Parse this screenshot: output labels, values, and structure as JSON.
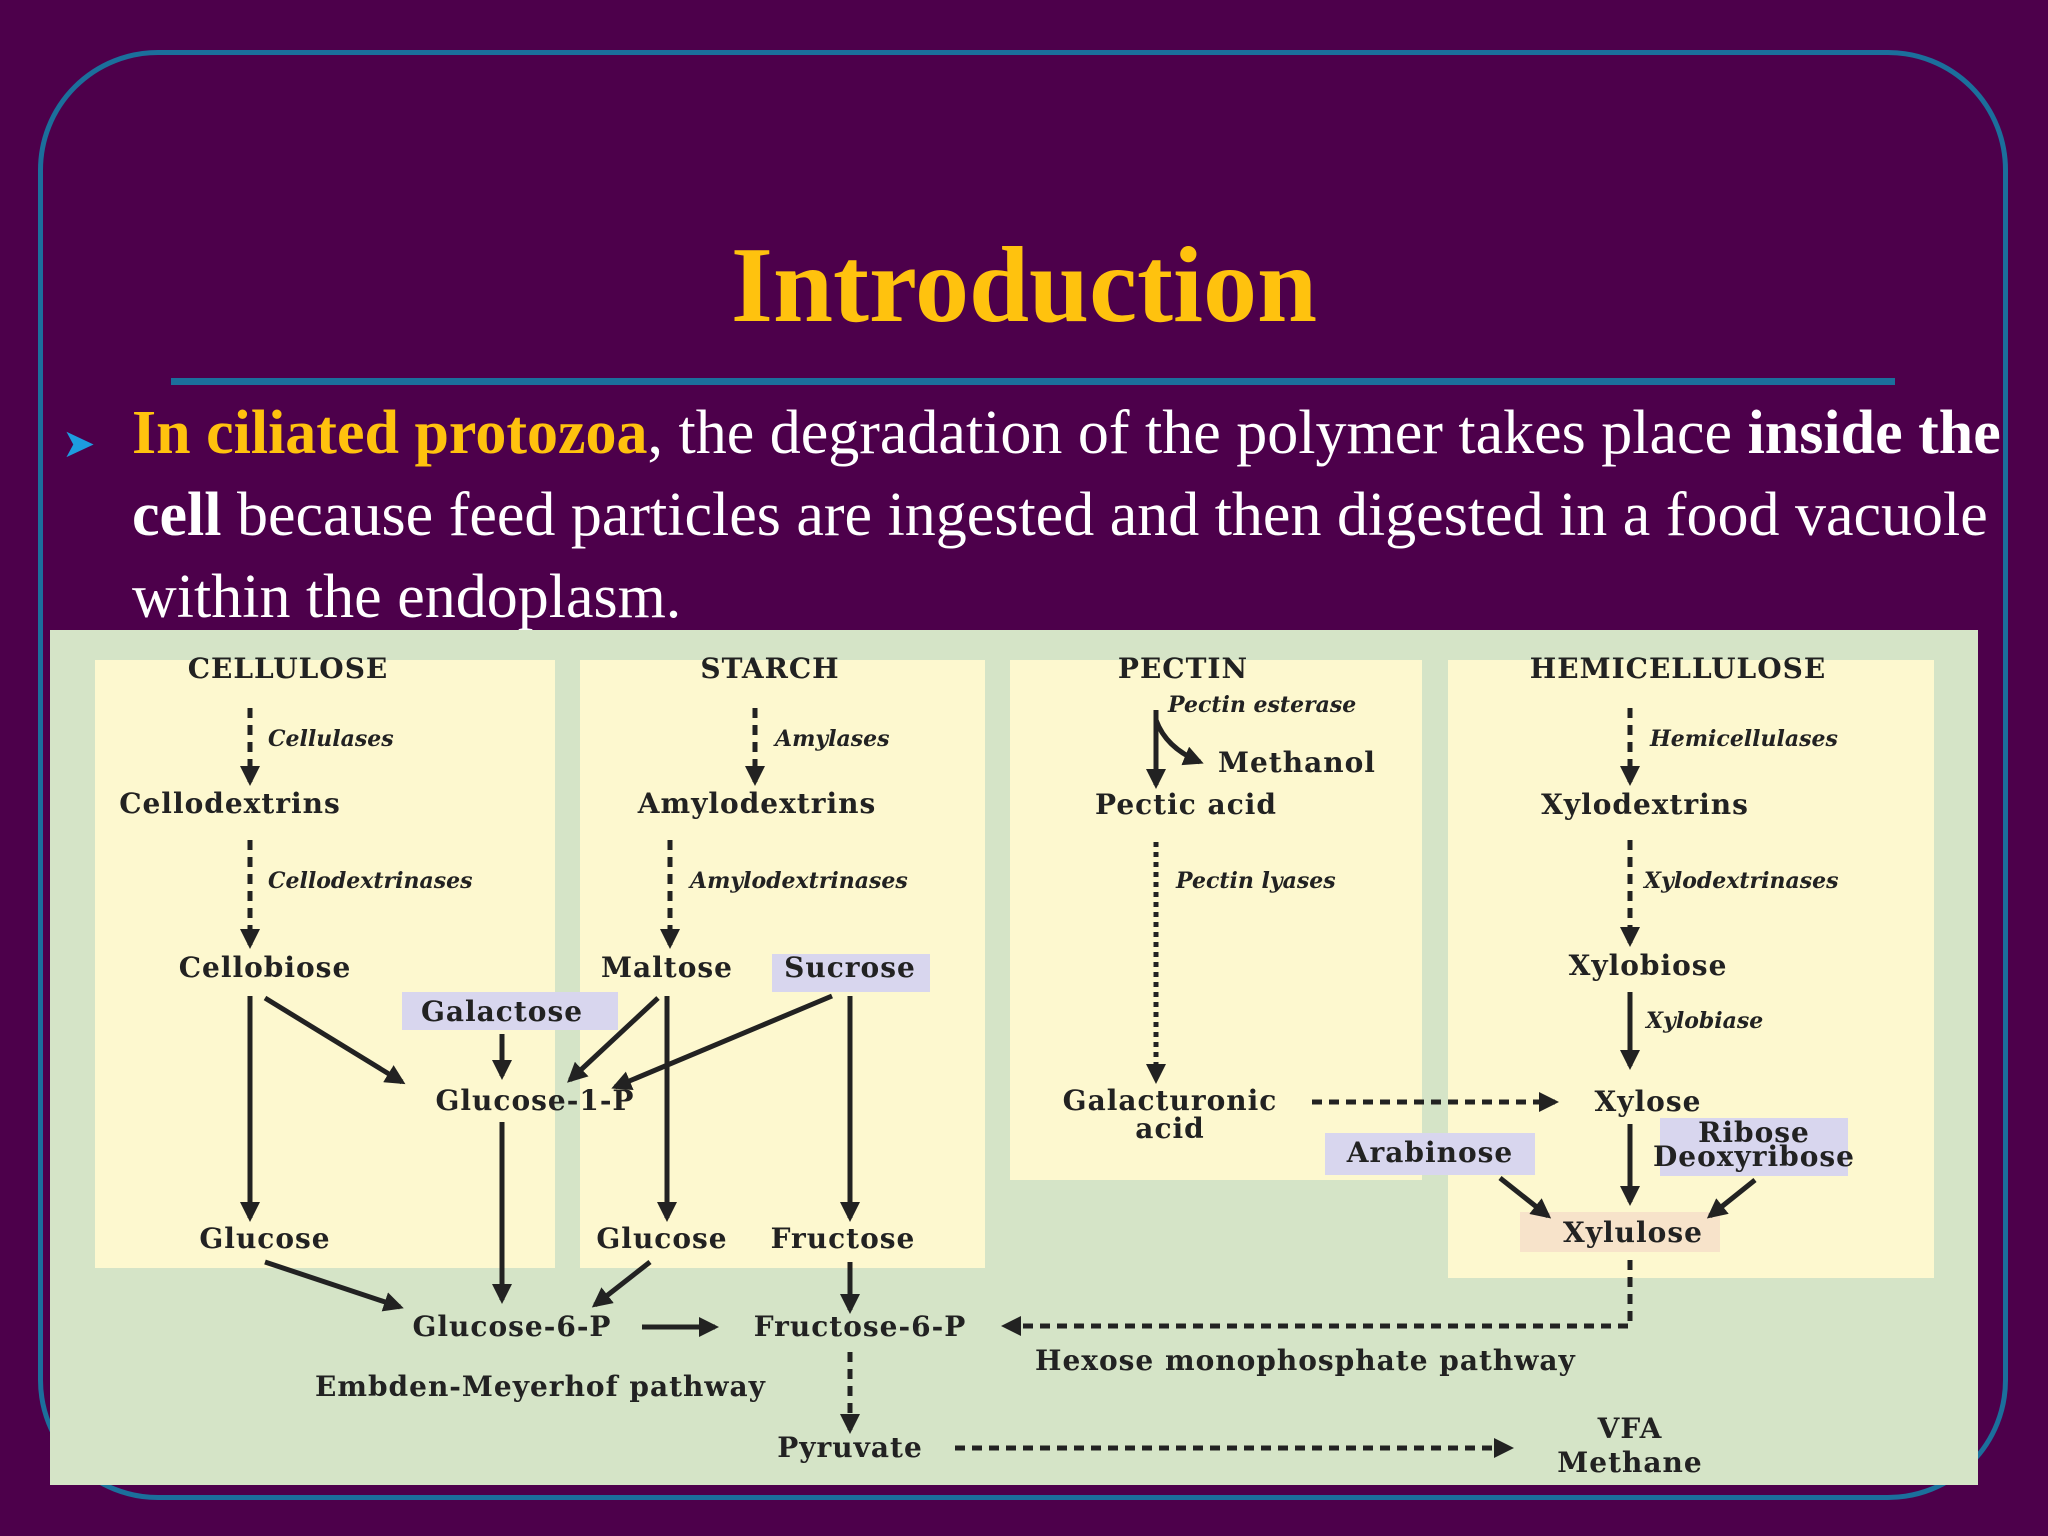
{
  "slide": {
    "title": "Introduction",
    "bullet": {
      "highlight": "In ciliated protozoa",
      "text1": ", the degradation of the polymer takes place ",
      "bold": "inside the cell",
      "text2": " because feed particles are ingested and then digested in a food vacuole within the endoplasm."
    }
  },
  "colors": {
    "background": "#4d004b",
    "accent": "#ffc20e",
    "frame": "#1b6f9c",
    "diagram_bg": "#d5e4c7",
    "column_bg": "#fdf8cf",
    "highlight_box": "#d8d6ee"
  },
  "diagram": {
    "polymers": {
      "cellulose": "CELLULOSE",
      "starch": "STARCH",
      "pectin": "PECTIN",
      "hemicellulose": "HEMICELLULOSE"
    },
    "enzymes": {
      "cellulases": "Cellulases",
      "cellodextrinases": "Cellodextrinases",
      "amylases": "Amylases",
      "amylodextrinases": "Amylodextrinases",
      "pectin_esterase": "Pectin esterase",
      "pectin_lyases": "Pectin lyases",
      "hemicellulases": "Hemicellulases",
      "xylodextrinases": "Xylodextrinases",
      "xylobiase": "Xylobiase"
    },
    "compounds": {
      "cellodextrins": "Cellodextrins",
      "cellobiose": "Cellobiose",
      "glucose_left": "Glucose",
      "amylodextrins": "Amylodextrins",
      "maltose": "Maltose",
      "sucrose": "Sucrose",
      "galactose": "Galactose",
      "glucose_1_p": "Glucose-1-P",
      "glucose_mid": "Glucose",
      "fructose": "Fructose",
      "methanol": "Methanol",
      "pectic_acid": "Pectic acid",
      "galacturonic_1": "Galacturonic",
      "galacturonic_2": "acid",
      "xylodextrins": "Xylodextrins",
      "xylobiose": "Xylobiose",
      "xylose": "Xylose",
      "arabinose": "Arabinose",
      "ribose": "Ribose",
      "deoxyribose": "Deoxyribose",
      "xylulose": "Xylulose",
      "glucose_6_p": "Glucose-6-P",
      "fructose_6_p": "Fructose-6-P",
      "pyruvate": "Pyruvate",
      "vfa": "VFA",
      "methane": "Methane"
    },
    "pathways": {
      "embden_meyerhof": "Embden-Meyerhof pathway",
      "hexose_monophosphate": "Hexose monophosphate pathway"
    }
  }
}
